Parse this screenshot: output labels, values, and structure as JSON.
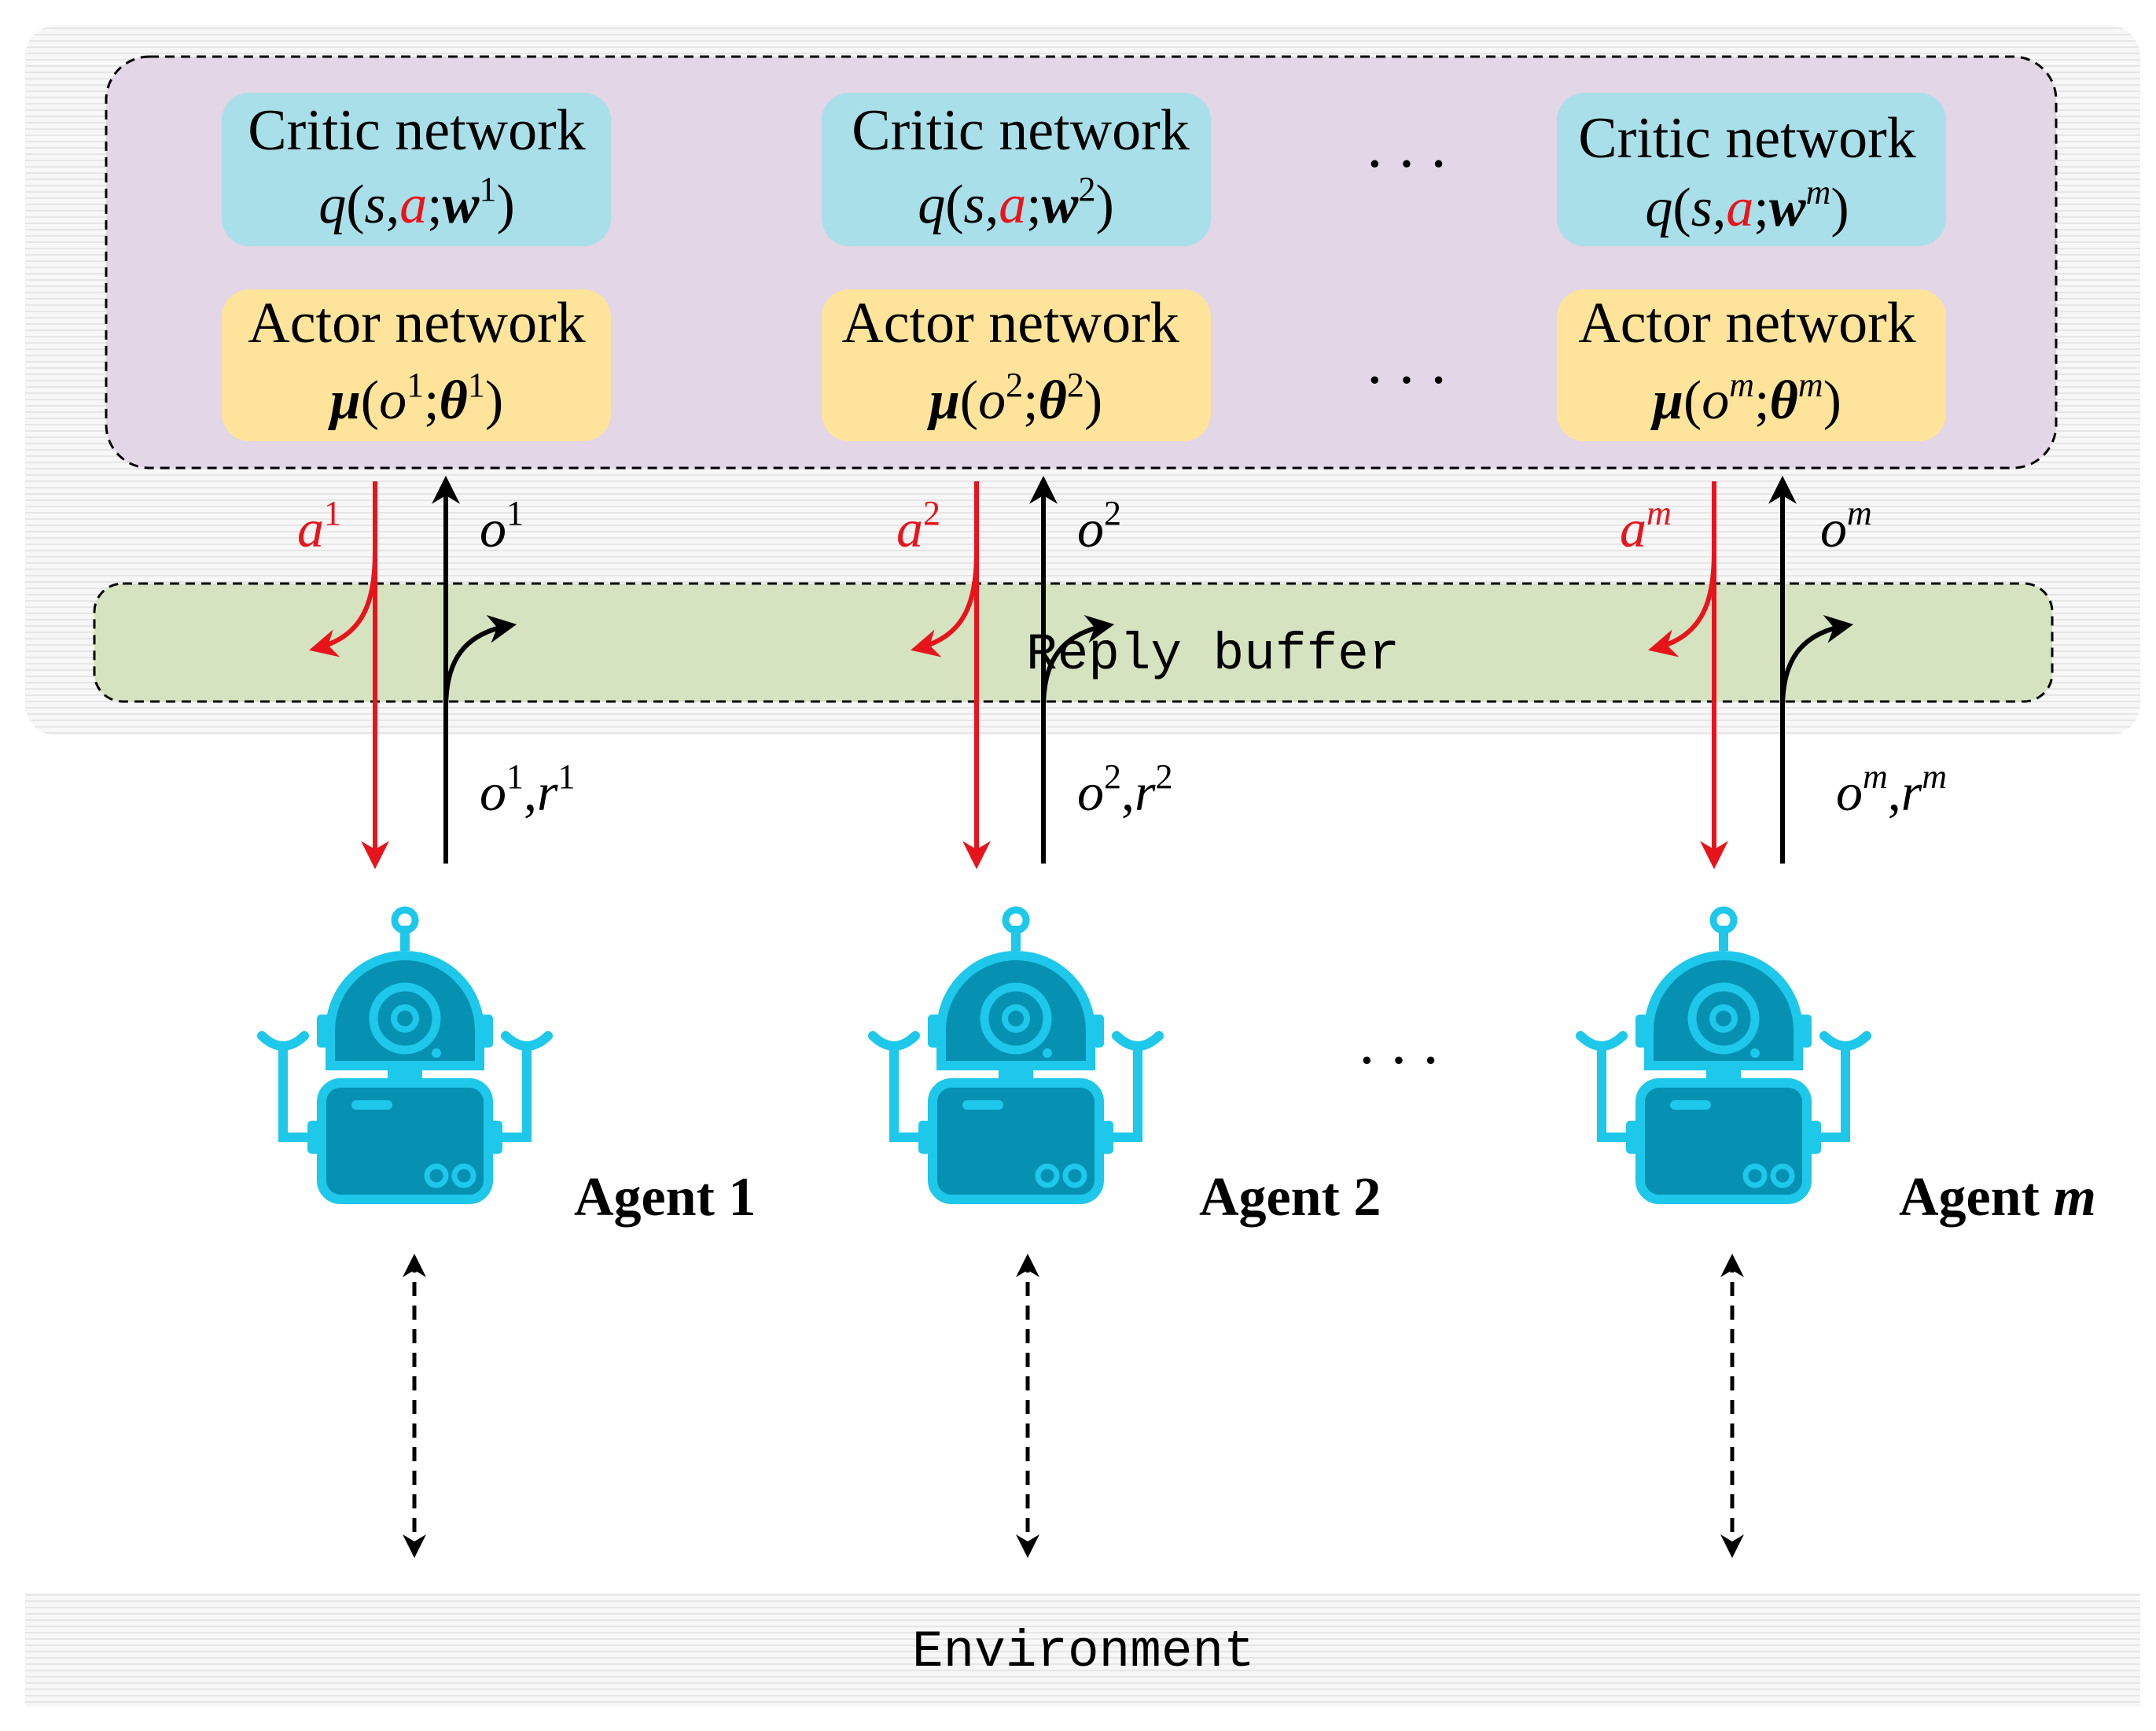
{
  "critic_title": "Critic network",
  "actor_title": "Actor network",
  "critic_q": "q",
  "critic_s": "s",
  "critic_a": "a",
  "critic_w": "w",
  "actor_mu": "μ",
  "actor_o": "o",
  "actor_theta": "θ",
  "obs_symbol": "o",
  "reward_symbol": "r",
  "action_symbol": "a",
  "buffer_label": "Reply buffer",
  "environment_label": "Environment",
  "ellipsis": "···",
  "agents": [
    {
      "index": "1",
      "label": "Agent 1"
    },
    {
      "index": "2",
      "label": "Agent 2"
    },
    {
      "index": "m",
      "label_prefix": "Agent ",
      "label_var": "m"
    }
  ],
  "colors": {
    "critic_box": "#a9dfe9",
    "actor_box": "#fde49a",
    "network_panel": "#e3d6e6",
    "buffer_panel": "#d5e3c0",
    "robot_light": "#1ec8ea",
    "robot_dark": "#0691b3",
    "action_arrow": "#e8141c",
    "obs_arrow": "#000000"
  }
}
